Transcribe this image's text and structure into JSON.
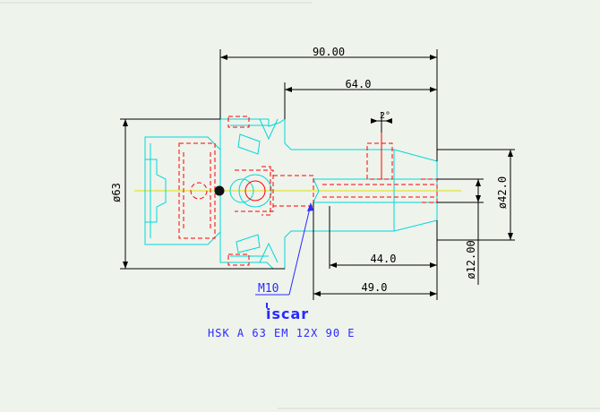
{
  "dimensions": {
    "overall_length": "90.00",
    "length_64": "64.0",
    "angle": "2°",
    "diameter_63": "ø63",
    "diameter_42": "ø42.0",
    "diameter_12": "ø12.00",
    "length_44": "44.0",
    "length_49": "49.0"
  },
  "callout": {
    "thread": "M10"
  },
  "brand": {
    "logo_text": "iscar"
  },
  "part": {
    "designation": "HSK A 63 EM 12X 90 E"
  },
  "colors": {
    "background": "#eef3ec",
    "outline_cyan": "#00d8d8",
    "hidden_red": "#ff0000",
    "centerline_yellow": "#e0e000",
    "dimension_black": "#000000",
    "callout_blue": "#2a2aff"
  }
}
